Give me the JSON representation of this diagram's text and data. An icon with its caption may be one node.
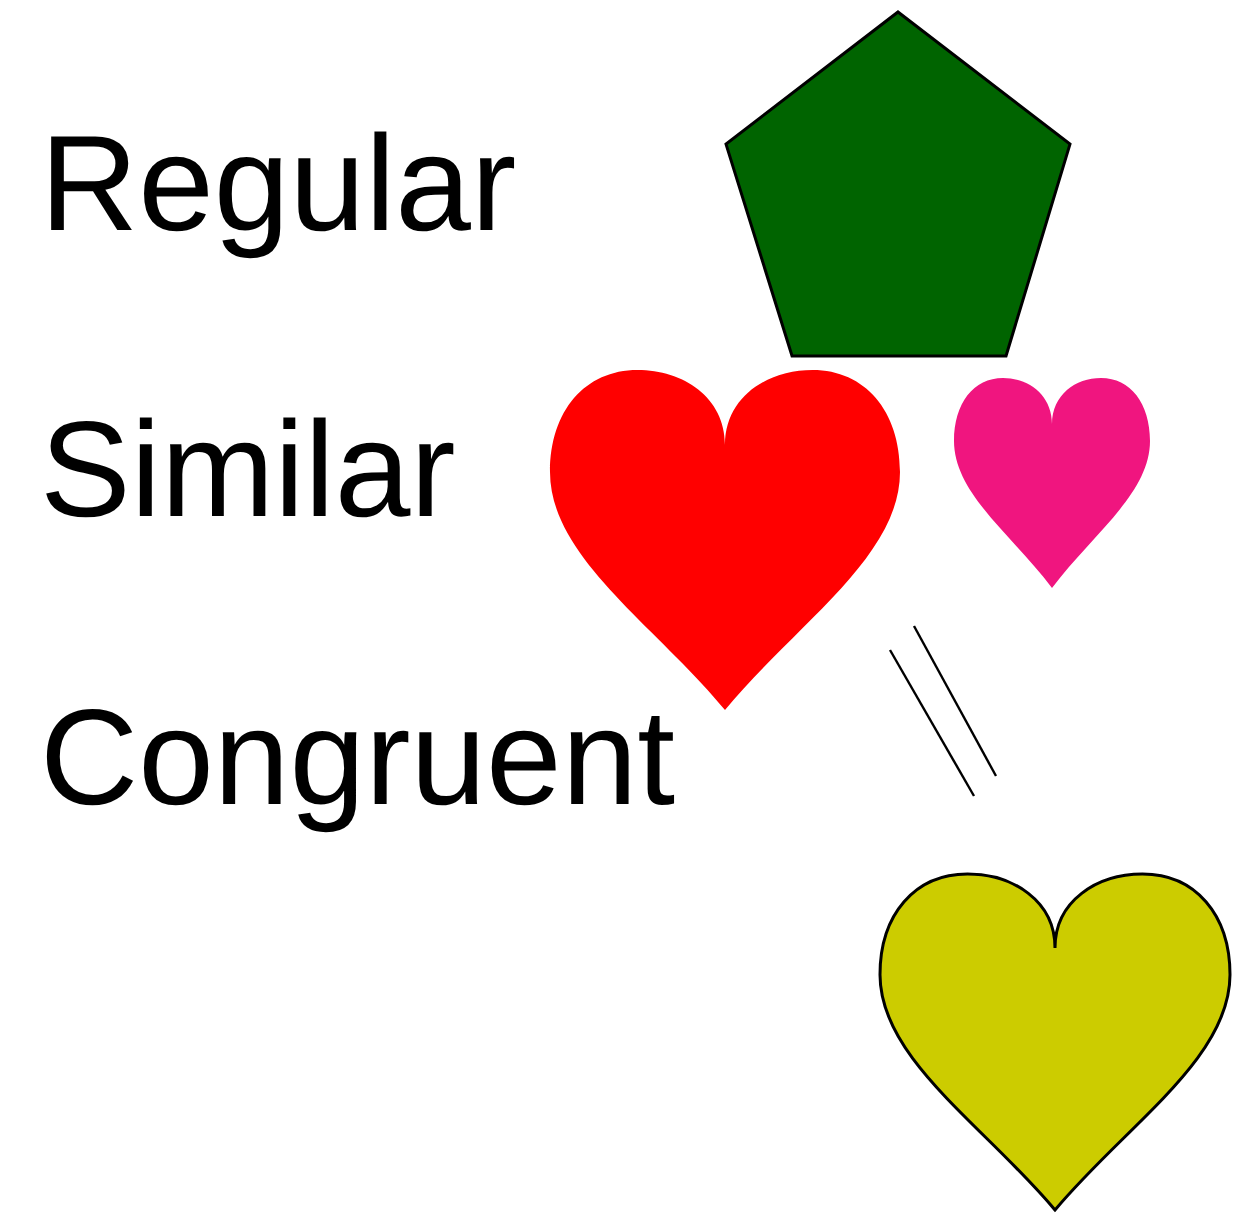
{
  "diagram": {
    "nodes": [
      {
        "text": [],
        "shape": "pentagon"
      },
      {
        "text": [],
        "shape": "heart"
      },
      {
        "text": [],
        "shape": "heart"
      },
      {
        "text": [],
        "shape": "heart"
      }
    ],
    "labels": [
      "Regular",
      "Similar",
      "Congruent"
    ]
  }
}
